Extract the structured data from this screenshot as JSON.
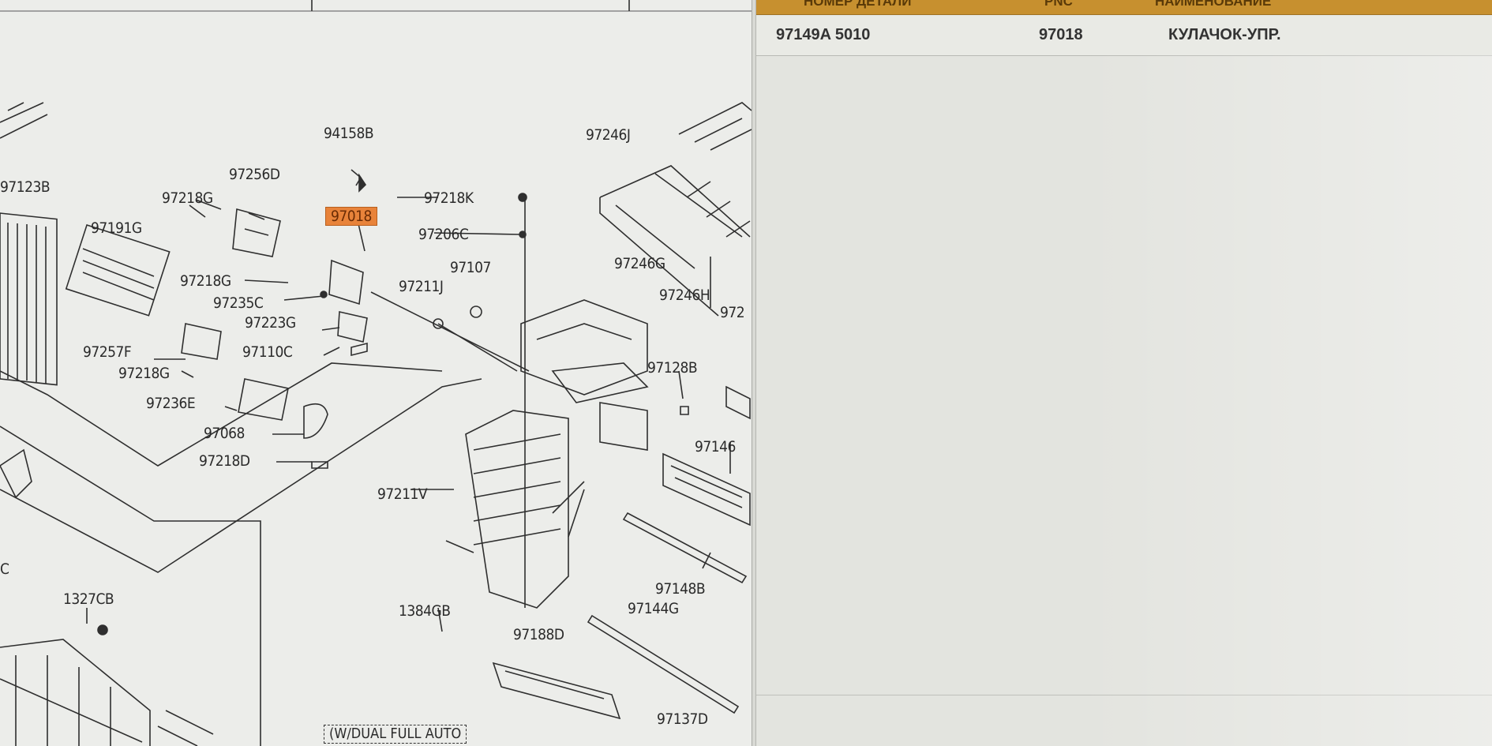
{
  "diagram": {
    "labels": [
      {
        "text": "94158B"
      },
      {
        "text": "97123B"
      },
      {
        "text": "97256D"
      },
      {
        "text": "97218G"
      },
      {
        "text": "97018"
      },
      {
        "text": "97218K"
      },
      {
        "text": "97191G"
      },
      {
        "text": "97206C"
      },
      {
        "text": "97246J"
      },
      {
        "text": "97107"
      },
      {
        "text": "97218G"
      },
      {
        "text": "97211J"
      },
      {
        "text": "97246G"
      },
      {
        "text": "97235C"
      },
      {
        "text": "97246H"
      },
      {
        "text": "97223G"
      },
      {
        "text": "97257F"
      },
      {
        "text": "97110C"
      },
      {
        "text": "97218G"
      },
      {
        "text": "97128B"
      },
      {
        "text": "97236E"
      },
      {
        "text": "97146"
      },
      {
        "text": "97068"
      },
      {
        "text": "97218D"
      },
      {
        "text": "97211V"
      },
      {
        "text": "1327CB"
      },
      {
        "text": "97148B"
      },
      {
        "text": "1384GB"
      },
      {
        "text": "97144G"
      },
      {
        "text": "97188D"
      },
      {
        "text": "97137D"
      },
      {
        "text": "(W/DUAL FULL AUTO"
      },
      {
        "text": "972"
      },
      {
        "text": "C"
      }
    ]
  },
  "table": {
    "headers": [
      "НОМЕР ДЕТАЛИ",
      "PNC",
      "НАИМЕНОВАНИЕ"
    ],
    "rows": [
      {
        "part_number": "97149A 5010",
        "pnc": "97018",
        "name": "КУЛАЧОК-УПР."
      }
    ]
  }
}
